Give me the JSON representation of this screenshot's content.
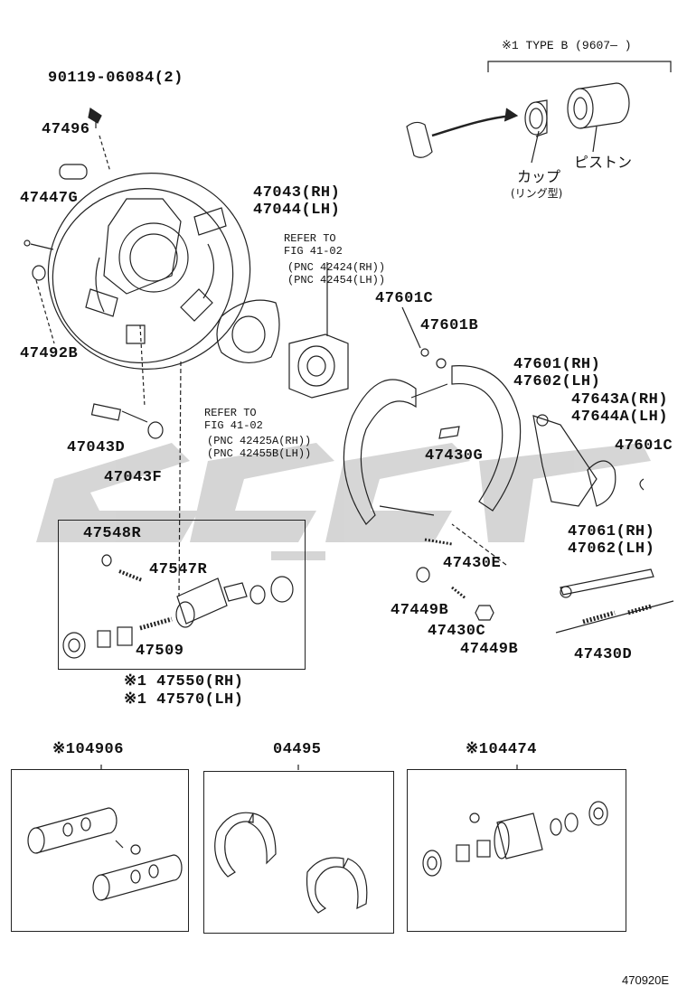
{
  "type_b_note": "※1 TYPE B (9607—   )",
  "jp_cup": "カップ",
  "jp_cup_sub": "(リング型)",
  "jp_piston": "ピストン",
  "labels": {
    "p90119": "90119-06084(2)",
    "p47496": "47496",
    "p47447G": "47447G",
    "p47043": "47043(RH)",
    "p47044": "47044(LH)",
    "p47492B": "47492B",
    "p47043D": "47043D",
    "p47043F": "47043F",
    "p47601C_a": "47601C",
    "p47601B": "47601B",
    "p47601": "47601(RH)",
    "p47602": "47602(LH)",
    "p47643A": "47643A(RH)",
    "p47644A": "47644A(LH)",
    "p47601C_b": "47601C",
    "p47430G": "47430G",
    "p47061": "47061(RH)",
    "p47062": "47062(LH)",
    "p47430E": "47430E",
    "p47449B_a": "47449B",
    "p47430C": "47430C",
    "p47449B_b": "47449B",
    "p47430D": "47430D",
    "p47548R": "47548R",
    "p47547R": "47547R",
    "p47509": "47509",
    "p47550": "※1 47550(RH)",
    "p47570": "※1 47570(LH)",
    "p04906": "※104906",
    "p04495": "04495",
    "p04474": "※104474"
  },
  "refer_top": {
    "line1": "REFER TO",
    "line2": "FIG 41-02",
    "line3": "(PNC 42424(RH))",
    "line4": "(PNC 42454(LH))"
  },
  "refer_bottom": {
    "line1": "REFER TO",
    "line2": "FIG 41-02",
    "line3": "(PNC 42425A(RH))",
    "line4": "(PNC 42455B(LH))"
  },
  "figure_code": "470920E",
  "watermark_color": "#c8c8c8"
}
